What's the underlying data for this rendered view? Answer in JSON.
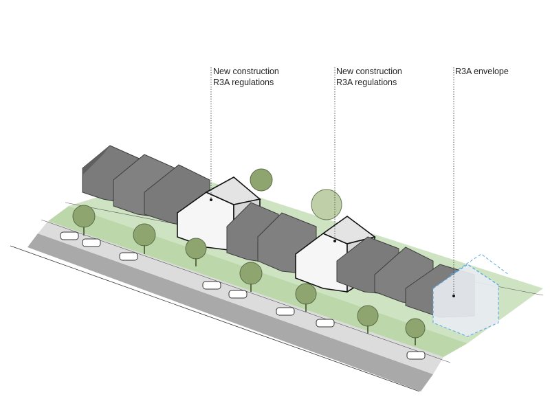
{
  "callouts": [
    {
      "line1": "New construction",
      "line2": "R3A regulations"
    },
    {
      "line1": "New construction",
      "line2": "R3A regulations"
    },
    {
      "line1": "R3A envelope"
    }
  ],
  "colors": {
    "street": "#a7a7a7",
    "sidewalk": "#d9d9d9",
    "lawn": "#b9d6a8",
    "existing_house": "#7d7d7d",
    "new_house": "#f6f6f6",
    "envelope": "#5aa9e6",
    "tree": "#8ea56f"
  }
}
